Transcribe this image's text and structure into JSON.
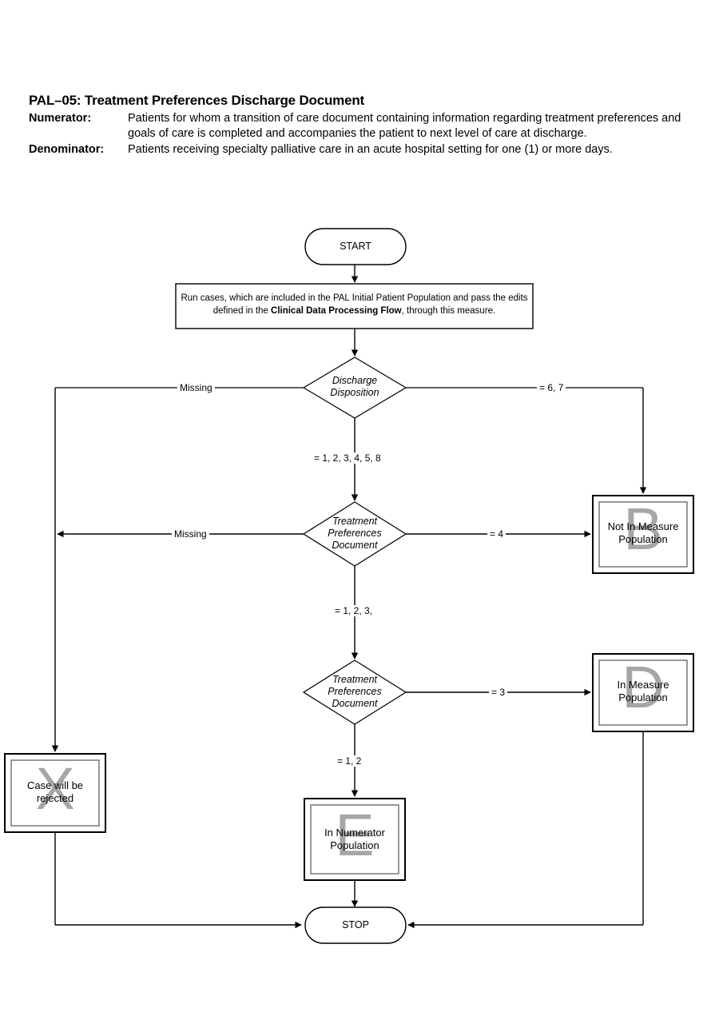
{
  "header": {
    "title": "PAL–05: Treatment Preferences Discharge Document",
    "numerator_label": "Numerator:",
    "numerator_text": "Patients for whom a transition of care document containing information regarding treatment preferences and goals of care is completed and accompanies the patient to next level of care at discharge.",
    "denominator_label": "Denominator:",
    "denominator_text": "Patients receiving specialty palliative care in an acute hospital setting for one (1) or more days."
  },
  "flowchart": {
    "start_node": "START",
    "stop_node": "STOP",
    "instruction": {
      "line1_a": "Run cases, which are included in the PAL Initial Patient Population and pass the edits",
      "line2_a": "defined in the ",
      "line2_bold": "Clinical Data Processing Flow",
      "line2_b": ", through this measure."
    },
    "decisions": [
      {
        "id": "discharge-disposition",
        "line1": "Discharge",
        "line2": "Disposition",
        "line3": ""
      },
      {
        "id": "treatment-preferences-document-1",
        "line1": "Treatment",
        "line2": "Preferences",
        "line3": "Document"
      },
      {
        "id": "treatment-preferences-document-2",
        "line1": "Treatment",
        "line2": "Preferences",
        "line3": "Document"
      }
    ],
    "terminals": [
      {
        "id": "not-in-measure-population",
        "line1": "Not In Measure",
        "line2": "Population",
        "watermark": "B"
      },
      {
        "id": "in-measure-population",
        "line1": "In Measure",
        "line2": "Population",
        "watermark": "D"
      },
      {
        "id": "in-numerator-population",
        "line1": "In Numerator",
        "line2": "Population",
        "watermark": "E"
      },
      {
        "id": "case-will-be-rejected",
        "line1": "Case will be",
        "line2": "rejected",
        "watermark": "X"
      }
    ],
    "edge_labels": {
      "d1_left": "Missing",
      "d1_right": "= 6, 7",
      "d1_down": "= 1, 2, 3, 4, 5, 8",
      "d2_left": "Missing",
      "d2_right": "= 4",
      "d2_down": "= 1, 2, 3,",
      "d3_right": "= 3",
      "d3_down": "= 1, 2"
    }
  },
  "colors": {
    "line": "#000000",
    "watermark": "#a6a6a6",
    "background": "#ffffff"
  }
}
